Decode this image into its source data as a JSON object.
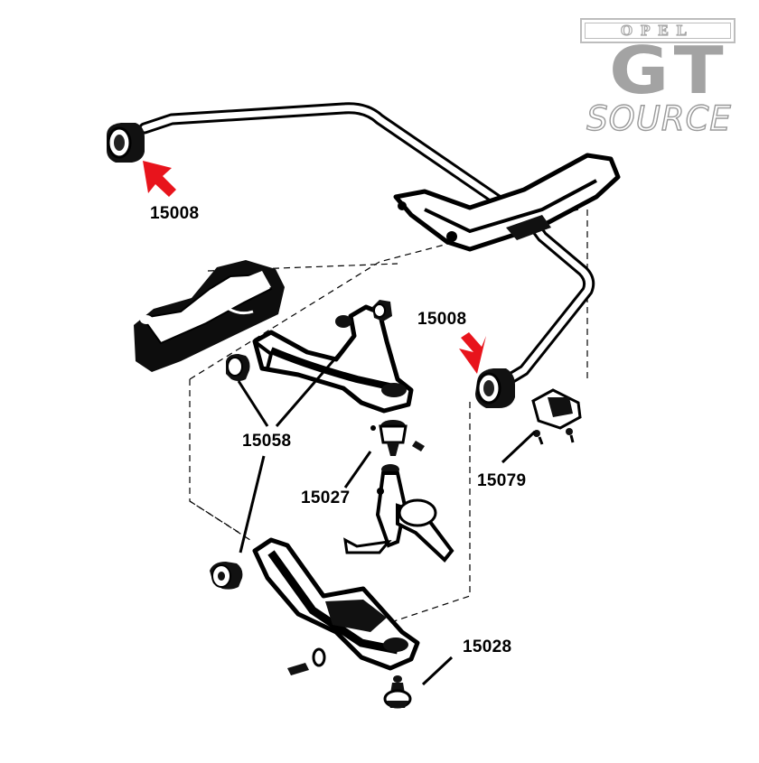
{
  "logo": {
    "top_text": "OPEL",
    "main_text": "GT",
    "bottom_text": "SOURCE"
  },
  "labels": {
    "bushing_left": "15008",
    "bushing_right": "15008",
    "upper_arm_bushings": "15058",
    "upper_ball_joint": "15027",
    "mount_bracket": "15079",
    "lower_ball_joint": "15028"
  },
  "colors": {
    "arrow": "#e8141c",
    "ink": "#000000",
    "logo_gray": "#a3a3a3"
  }
}
